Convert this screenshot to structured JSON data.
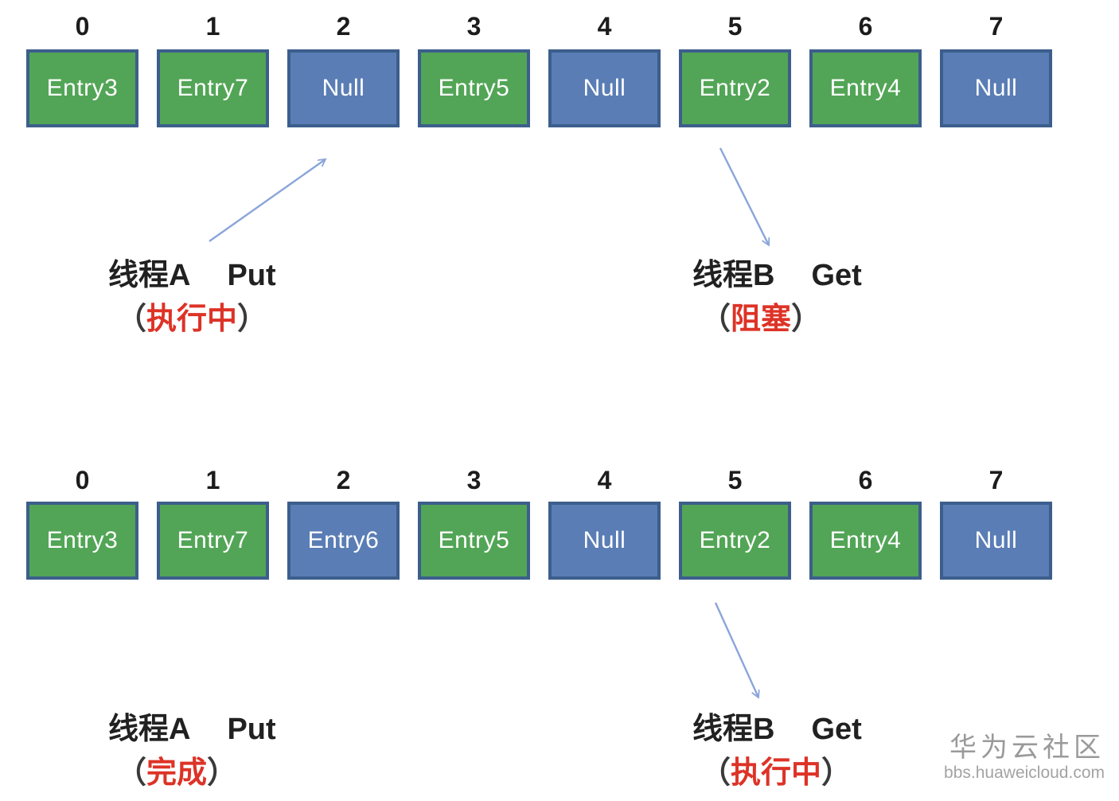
{
  "colors": {
    "entry_fill": "#52a556",
    "null_fill": "#5a7db5",
    "cell_border": "#3c5e8c",
    "cell_text": "#ffffff",
    "index_text": "#1c1c1c",
    "status_red": "#dd3327",
    "arrow_blue": "#8aa5da",
    "watermark_gray": "#9a9a9a"
  },
  "states": [
    {
      "indices": [
        "0",
        "1",
        "2",
        "3",
        "4",
        "5",
        "6",
        "7"
      ],
      "cells": [
        {
          "label": "Entry3",
          "fill": "green"
        },
        {
          "label": "Entry7",
          "fill": "green"
        },
        {
          "label": "Null",
          "fill": "blue"
        },
        {
          "label": "Entry5",
          "fill": "green"
        },
        {
          "label": "Null",
          "fill": "blue"
        },
        {
          "label": "Entry2",
          "fill": "green"
        },
        {
          "label": "Entry4",
          "fill": "green"
        },
        {
          "label": "Null",
          "fill": "blue"
        }
      ],
      "annotations": [
        {
          "thread": "线程A",
          "action": "Put",
          "open": "（",
          "status": "执行中",
          "close": "）"
        },
        {
          "thread": "线程B",
          "action": "Get",
          "open": "（",
          "status": "阻塞",
          "close": "）"
        }
      ]
    },
    {
      "indices": [
        "0",
        "1",
        "2",
        "3",
        "4",
        "5",
        "6",
        "7"
      ],
      "cells": [
        {
          "label": "Entry3",
          "fill": "green"
        },
        {
          "label": "Entry7",
          "fill": "green"
        },
        {
          "label": "Entry6",
          "fill": "blue"
        },
        {
          "label": "Entry5",
          "fill": "green"
        },
        {
          "label": "Null",
          "fill": "blue"
        },
        {
          "label": "Entry2",
          "fill": "green"
        },
        {
          "label": "Entry4",
          "fill": "green"
        },
        {
          "label": "Null",
          "fill": "blue"
        }
      ],
      "annotations": [
        {
          "thread": "线程A",
          "action": "Put",
          "open": "（",
          "status": "完成",
          "close": "）"
        },
        {
          "thread": "线程B",
          "action": "Get",
          "open": "（",
          "status": "执行中",
          "close": "）"
        }
      ]
    }
  ],
  "watermark": {
    "title": "华为云社区",
    "site": "bbs.huaweicloud.com"
  }
}
